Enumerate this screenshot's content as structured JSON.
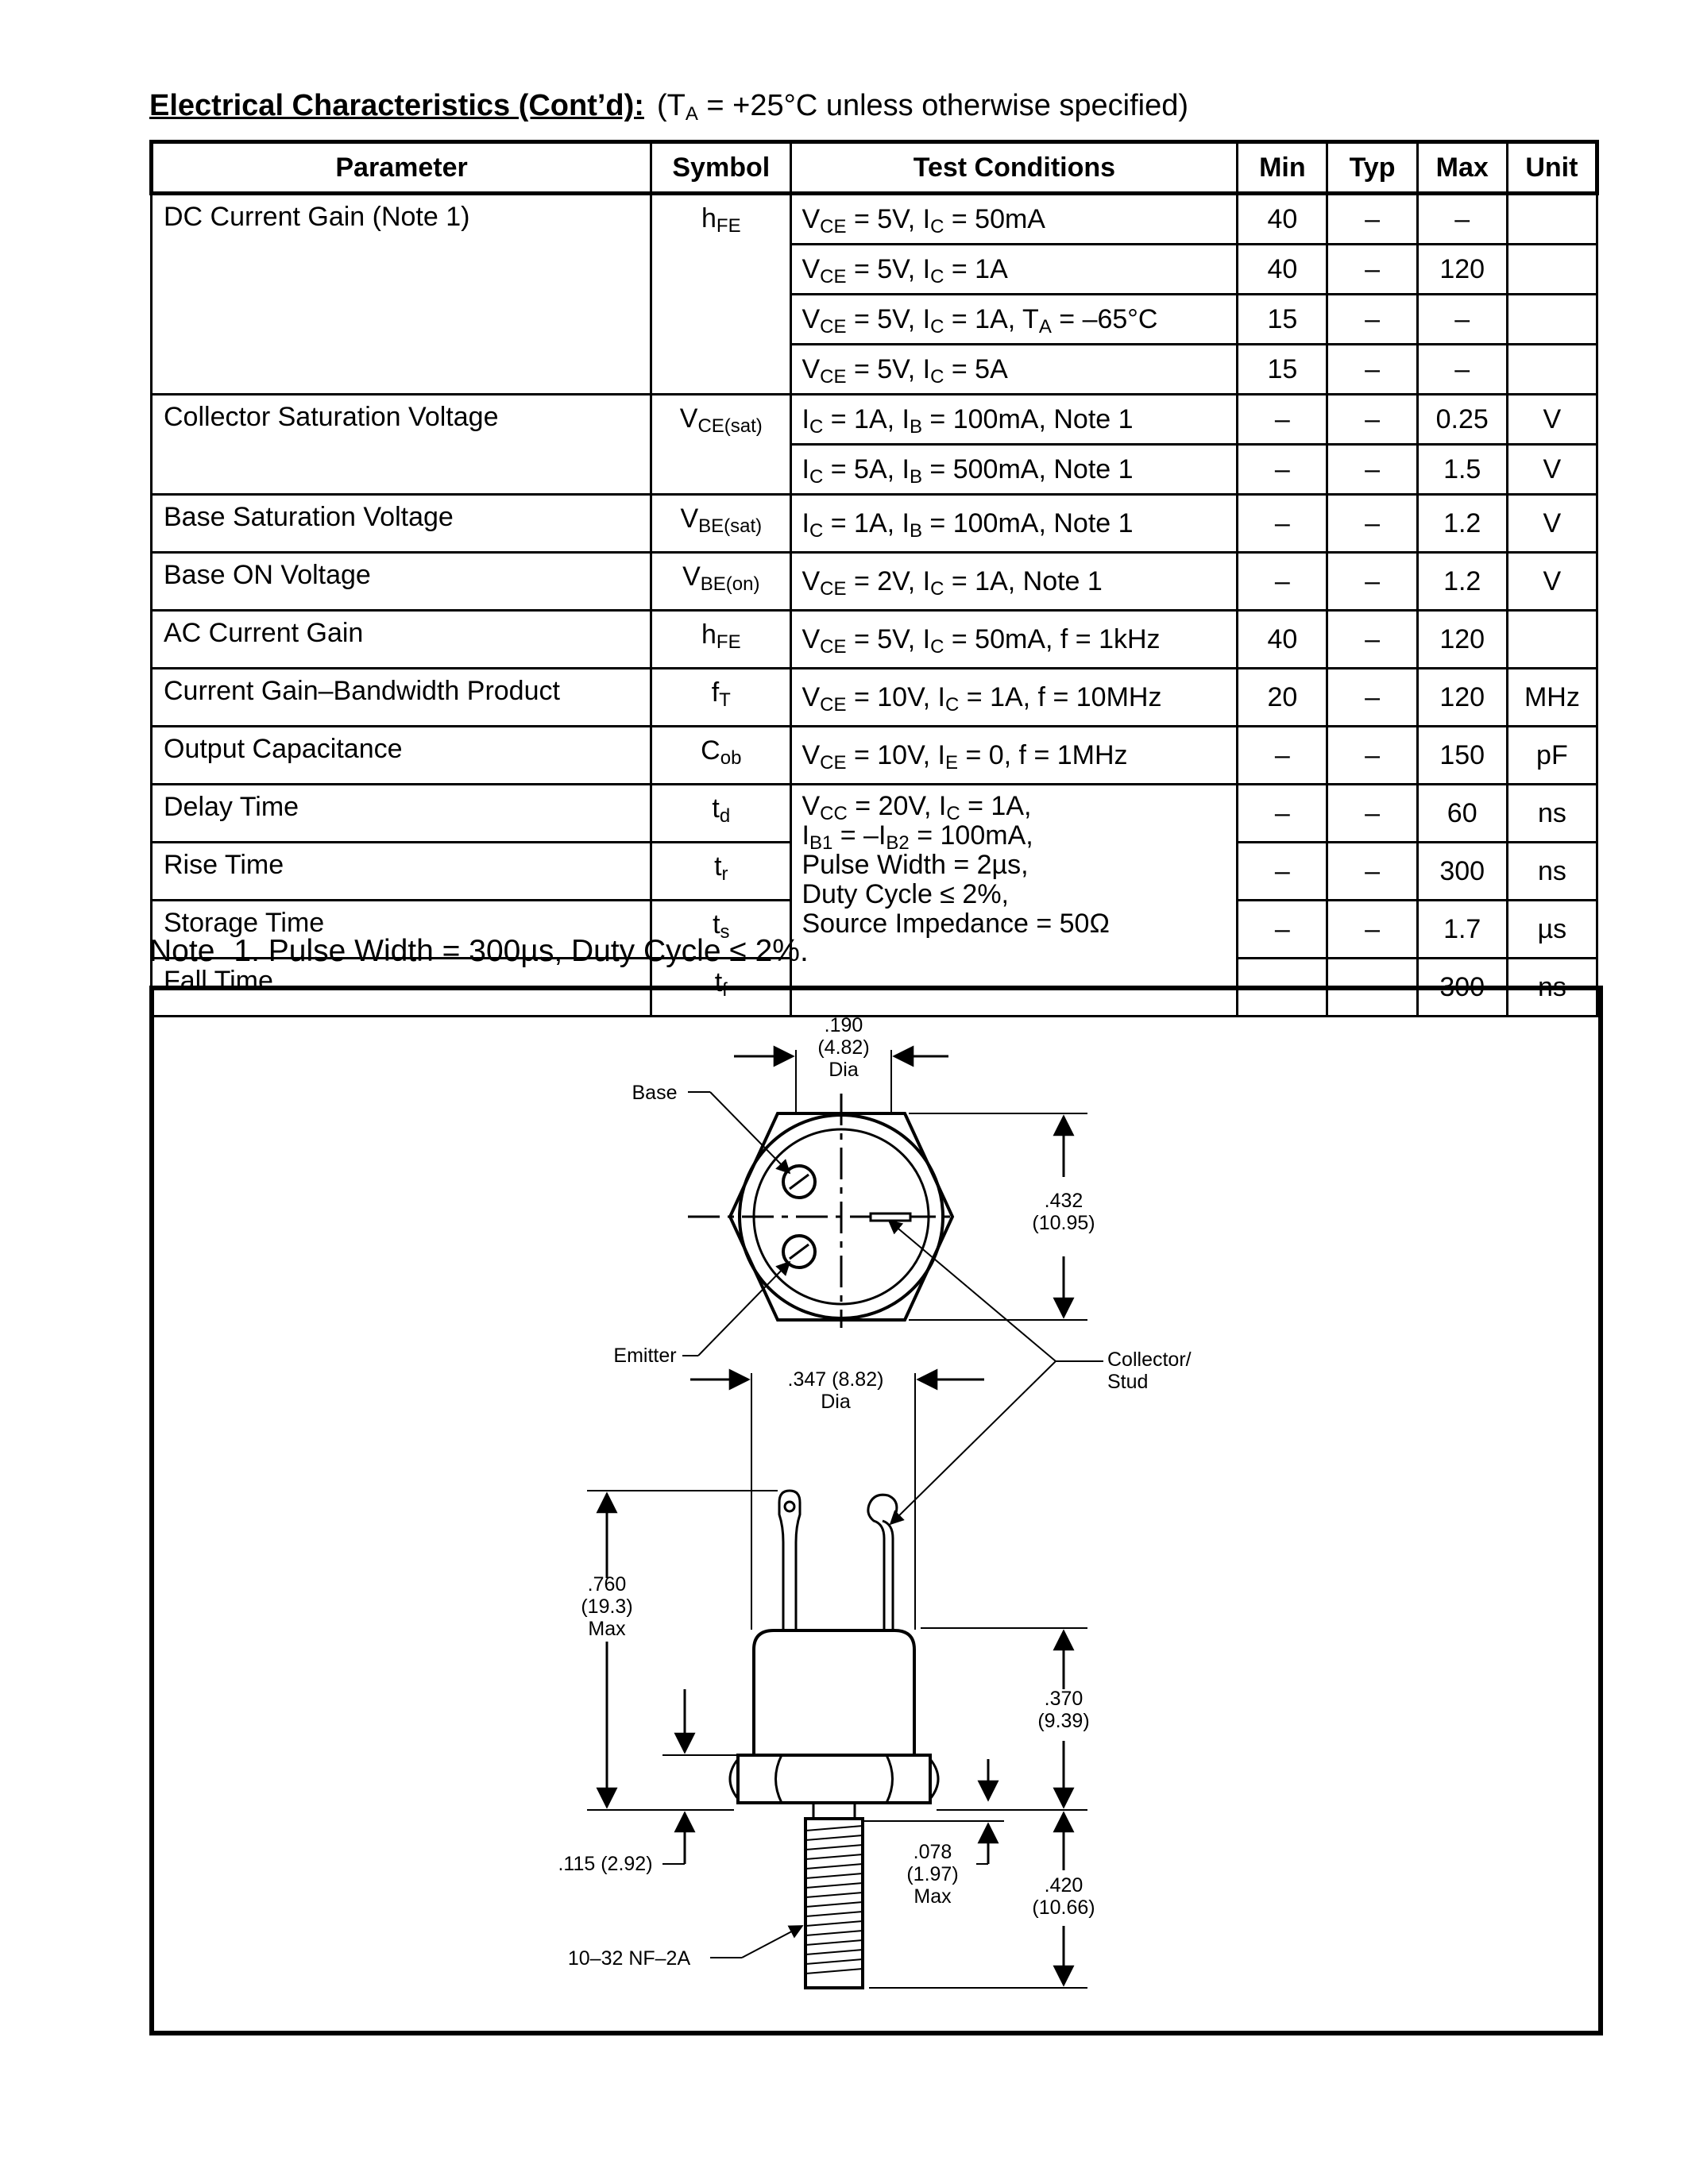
{
  "heading": {
    "title": "Electrical Characteristics (Cont’d):",
    "cond_open": "(T",
    "cond_sub": "A",
    "cond_rest": " = +25°C unless otherwise specified)"
  },
  "table": {
    "headers": {
      "parameter": "Parameter",
      "symbol": "Symbol",
      "test_conditions": "Test Conditions",
      "min": "Min",
      "typ": "Typ",
      "max": "Max",
      "unit": "Unit"
    },
    "rows": {
      "dc_gain": {
        "parameter": "DC Current Gain (Note 1)",
        "symbol": "h",
        "symbol_sub": "FE",
        "conds": [
          {
            "min": "40",
            "typ": "–",
            "max": "–",
            "unit": ""
          },
          {
            "min": "40",
            "typ": "–",
            "max": "120",
            "unit": ""
          },
          {
            "min": "15",
            "typ": "–",
            "max": "–",
            "unit": ""
          },
          {
            "min": "15",
            "typ": "–",
            "max": "–",
            "unit": ""
          }
        ]
      },
      "vce_sat": {
        "parameter": "Collector Saturation Voltage",
        "symbol": "V",
        "symbol_sub": "CE(sat)",
        "conds": [
          {
            "min": "–",
            "typ": "–",
            "max": "0.25",
            "unit": "V"
          },
          {
            "min": "–",
            "typ": "–",
            "max": "1.5",
            "unit": "V"
          }
        ]
      },
      "vbe_sat": {
        "parameter": "Base Saturation Voltage",
        "symbol": "V",
        "symbol_sub": "BE(sat)",
        "min": "–",
        "typ": "–",
        "max": "1.2",
        "unit": "V"
      },
      "vbe_on": {
        "parameter": "Base ON Voltage",
        "symbol": "V",
        "symbol_sub": "BE(on)",
        "min": "–",
        "typ": "–",
        "max": "1.2",
        "unit": "V"
      },
      "ac_gain": {
        "parameter": "AC Current Gain",
        "symbol": "h",
        "symbol_sub": "FE",
        "min": "40",
        "typ": "–",
        "max": "120",
        "unit": ""
      },
      "ft": {
        "parameter": "Current Gain–Bandwidth Product",
        "symbol": "f",
        "symbol_sub": "T",
        "min": "20",
        "typ": "–",
        "max": "120",
        "unit": "MHz"
      },
      "cob": {
        "parameter": "Output Capacitance",
        "symbol": "C",
        "symbol_sub": "ob",
        "min": "–",
        "typ": "–",
        "max": "150",
        "unit": "pF"
      },
      "td": {
        "parameter": "Delay Time",
        "symbol": "t",
        "symbol_sub": "d",
        "min": "–",
        "typ": "–",
        "max": "60",
        "unit": "ns"
      },
      "tr": {
        "parameter": "Rise Time",
        "symbol": "t",
        "symbol_sub": "r",
        "min": "–",
        "typ": "–",
        "max": "300",
        "unit": "ns"
      },
      "ts": {
        "parameter": "Storage Time",
        "symbol": "t",
        "symbol_sub": "s",
        "min": "–",
        "typ": "–",
        "max": "1.7",
        "unit": "µs"
      },
      "tf": {
        "parameter": "Fall Time",
        "symbol": "t",
        "symbol_sub": "f",
        "min": "–",
        "typ": "–",
        "max": "300",
        "unit": "ns"
      }
    },
    "switching_conditions": {
      "line1": "V",
      "line1_sub": "CC",
      "line1_rest": " = 20V, I",
      "line1_sub2": "C",
      "line1_tail": " = 1A,",
      "line2": "I",
      "line2_sub": "B1",
      "line2_mid": " = –I",
      "line2_sub2": "B2",
      "line2_tail": " = 100mA,",
      "line3": "Pulse Width = 2µs,",
      "line4": "Duty Cycle ≤ 2%,",
      "line5": "Source Impedance = 50Ω"
    }
  },
  "note": {
    "label": "Note",
    "text": "1. Pulse Width = 300µs, Duty Cycle ≤ 2%."
  },
  "drawing": {
    "dia_top": [
      ".190",
      "(4.82)",
      "Dia"
    ],
    "base": "Base",
    "height_hex": [
      ".432",
      "(10.95)"
    ],
    "emitter": "Emitter",
    "collector": [
      "Collector/",
      "Stud"
    ],
    "dia_body": [
      ".347 (8.82)",
      "Dia"
    ],
    "overall": [
      ".760",
      "(19.3)",
      "Max"
    ],
    "body_height": [
      ".370",
      "(9.39)"
    ],
    "hex_thick": ".115 (2.92)",
    "shoulder": [
      ".078",
      "(1.97)",
      "Max"
    ],
    "stud_len": [
      ".420",
      "(10.66)"
    ],
    "thread": "10–32 NF–2A"
  }
}
